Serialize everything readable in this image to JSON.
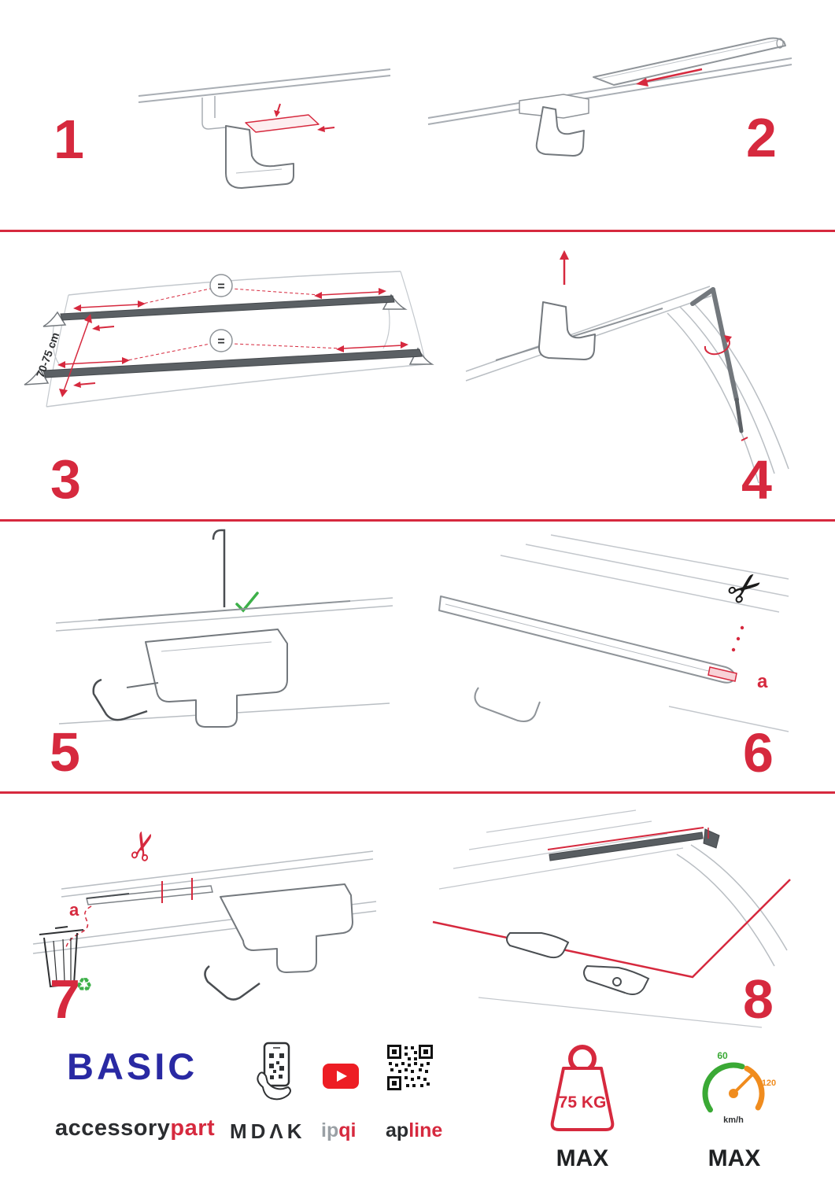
{
  "colors": {
    "accent_red": "#d6293e",
    "brand_blue": "#2929a3",
    "eco_green": "#3db049",
    "gauge_green": "#3aa935",
    "gauge_orange": "#f08c1e",
    "text_dark": "#2f3133"
  },
  "steps": {
    "one": {
      "number": "1"
    },
    "two": {
      "number": "2"
    },
    "three": {
      "number": "3",
      "equals_top": "=",
      "equals_bottom": "=",
      "dimension_label": "70-75 cm"
    },
    "four": {
      "number": "4"
    },
    "five": {
      "number": "5",
      "check_icon": "✓"
    },
    "six": {
      "number": "6",
      "scissors_icon": "✂",
      "label_a": "a"
    },
    "seven": {
      "number": "7",
      "scissors_icon": "✂",
      "label_a": "a",
      "recycle_icon": "♻"
    },
    "eight": {
      "number": "8"
    }
  },
  "footer": {
    "brand": "BASIC",
    "brand_sub_black": "accessory",
    "brand_sub_red": "part",
    "partner_mdak": "MDΛK",
    "partner_ipqi_gray": "ip",
    "partner_ipqi_red": "qi",
    "partner_apline_black": "ap",
    "partner_apline_red": "line",
    "weight_label": "75 KG",
    "weight_max": "MAX",
    "speed_low": "60",
    "speed_high": "120",
    "speed_unit": "km/h",
    "speed_max": "MAX"
  }
}
